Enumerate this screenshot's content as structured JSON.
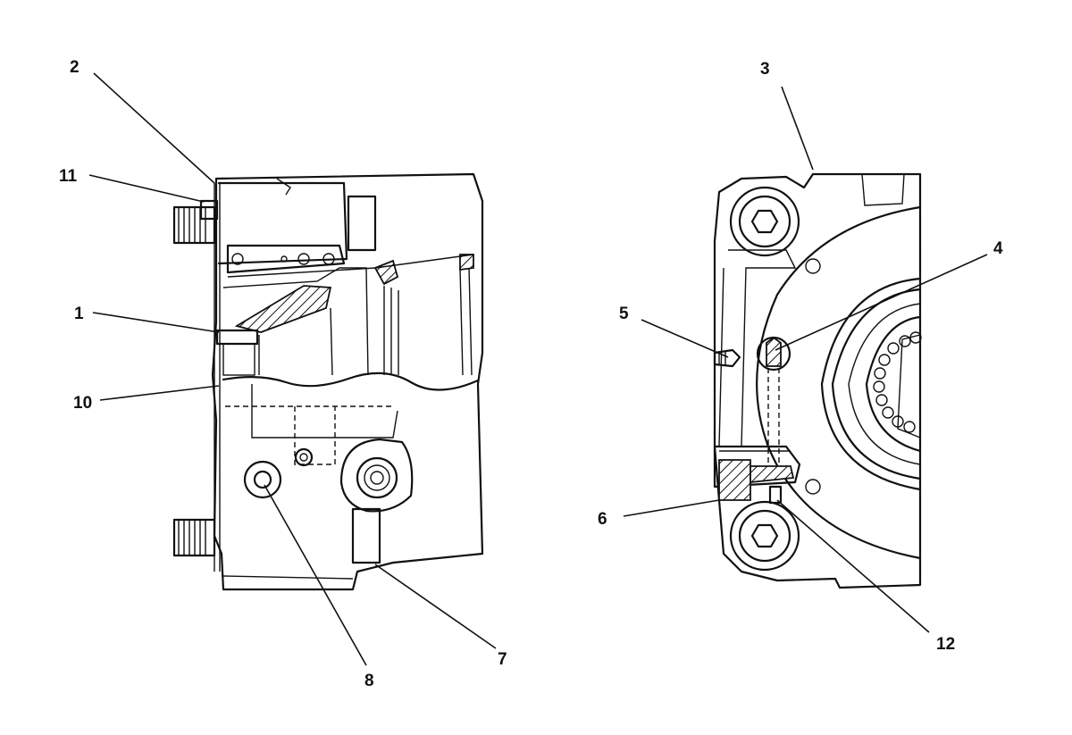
{
  "callouts": {
    "c1": "1",
    "c2": "2",
    "c3": "3",
    "c4": "4",
    "c5": "5",
    "c6": "6",
    "c7": "7",
    "c8": "8",
    "c10": "10",
    "c11": "11",
    "c12": "12"
  },
  "colors": {
    "ink": "#111111",
    "paper": "#ffffff"
  }
}
